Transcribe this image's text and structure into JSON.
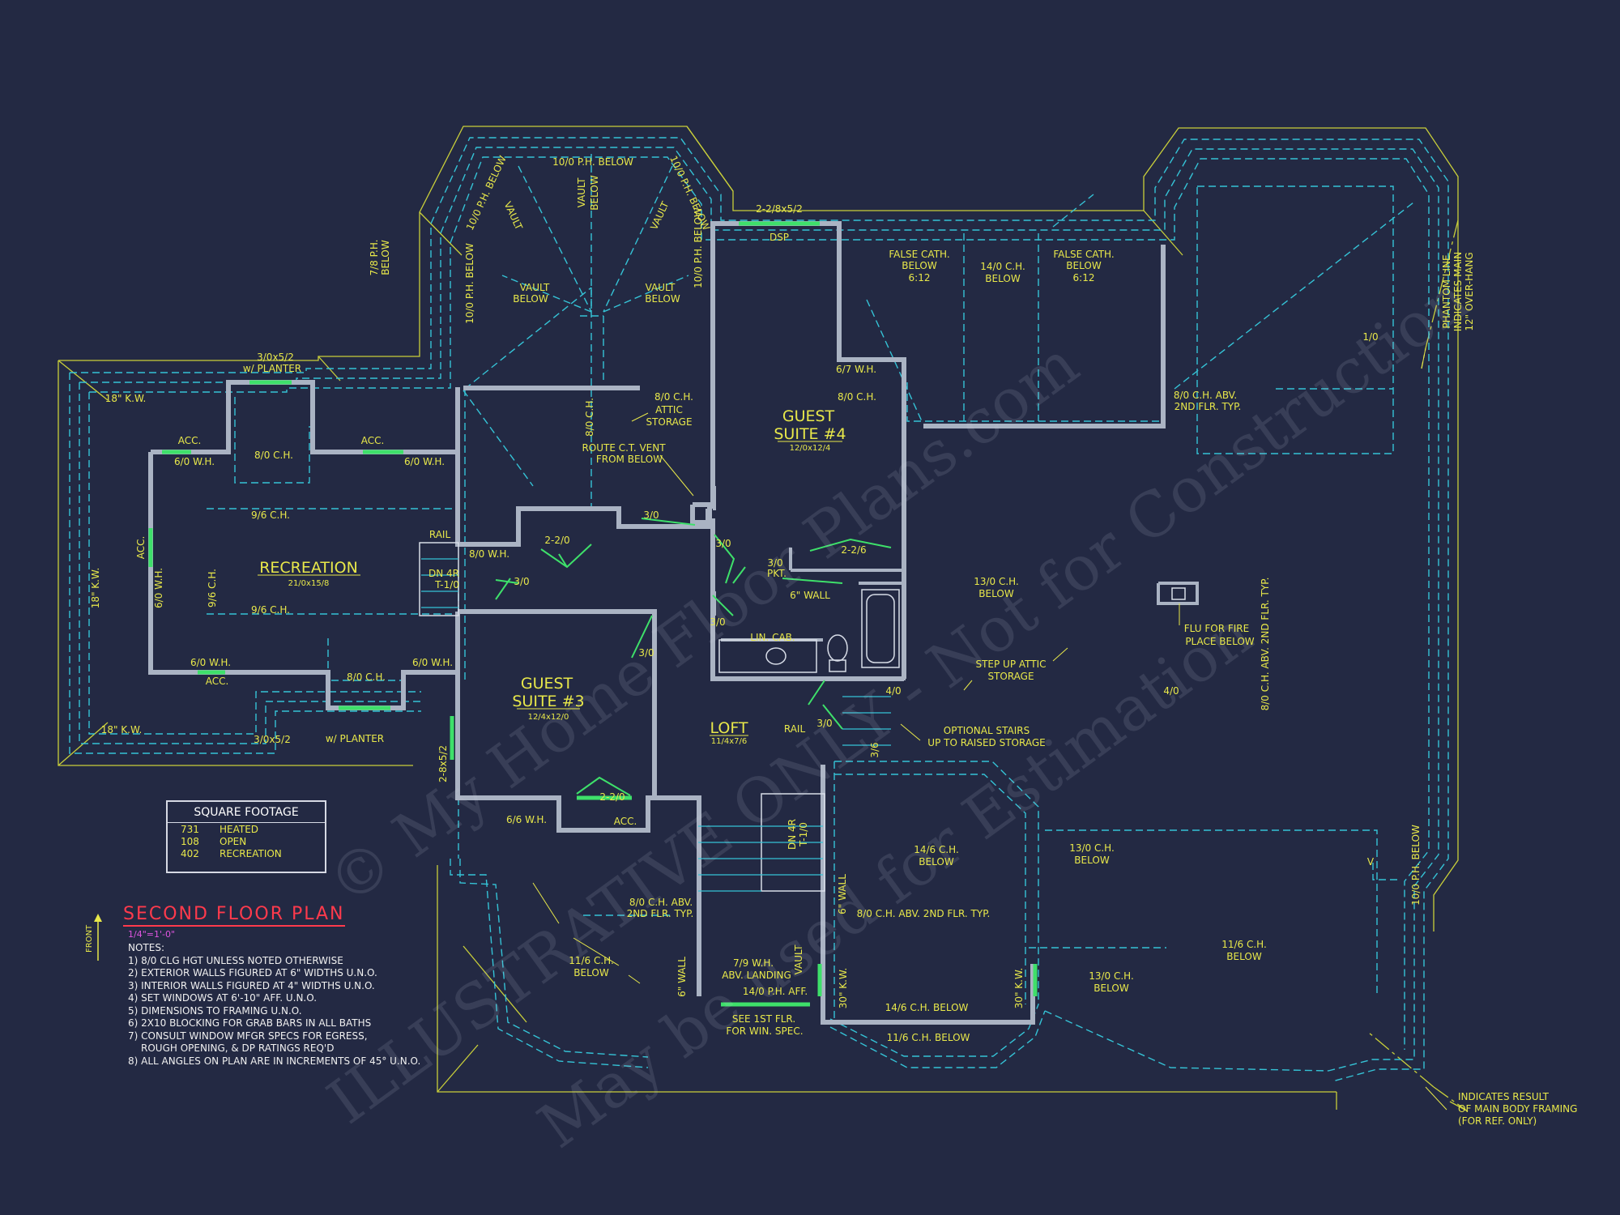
{
  "plan_title": "SECOND FLOOR PLAN",
  "scale": "1/4\"=1'-0\"",
  "front_label": "FRONT",
  "square_footage": {
    "heading": "SQUARE FOOTAGE",
    "rows": [
      {
        "value": "731",
        "label": "HEATED"
      },
      {
        "value": "108",
        "label": "OPEN"
      },
      {
        "value": "402",
        "label": "RECREATION"
      }
    ]
  },
  "notes": {
    "heading": "NOTES:",
    "items": [
      "1) 8/0 CLG HGT UNLESS NOTED OTHERWISE",
      "2) EXTERIOR WALLS FIGURED AT 6\" WIDTHS U.N.O.",
      "3) INTERIOR WALLS FIGURED AT 4\" WIDTHS U.N.O.",
      "4) SET WINDOWS AT 6'-10\" AFF. U.N.O.",
      "5) DIMENSIONS TO FRAMING U.N.O.",
      "6) 2X10 BLOCKING FOR GRAB BARS IN ALL BATHS",
      "7) CONSULT WINDOW MFGR SPECS FOR EGRESS,",
      "ROUGH OPENING, & DP RATINGS REQ'D",
      "8) ALL ANGLES ON PLAN ARE IN INCREMENTS OF 45° U.N.O."
    ]
  },
  "rooms": {
    "recreation": {
      "name": "RECREATION",
      "dim": "21/0x15/8"
    },
    "guest3": {
      "name1": "GUEST",
      "name2": "SUITE #3",
      "dim": "12/4x12/0"
    },
    "guest4": {
      "name1": "GUEST",
      "name2": "SUITE #4",
      "dim": "12/0x12/4"
    },
    "loft": {
      "name": "LOFT",
      "dim": "11/4x7/6"
    }
  },
  "labels": {
    "ph_top": "10/0 P.H. BELOW",
    "ph_diag_l": "10/0 P.H. BELOW",
    "ph_diag_r": "10/0 P.H. BELOW",
    "ph_left1": "7/8 P.H.",
    "ph_left2": "BELOW",
    "ph_vert_l": "10/0 P.H. BELOW",
    "ph_vert_r": "10/0 P.H. BELOW",
    "vault": "VAULT",
    "vault_below": "BELOW",
    "win_dsp_size": "2-2/8x5/2",
    "dsp": "DSP",
    "false_cath": "FALSE CATH.",
    "below": "BELOW",
    "pitch": "6:12",
    "ch14": "14/0 C.H.",
    "wh67": "6/7 W.H.",
    "ch80": "8/0 C.H.",
    "attic1": "8/0 C.H.",
    "attic2": "ATTIC",
    "attic3": "STORAGE",
    "route1": "ROUTE C.T. VENT",
    "route2": "FROM BELOW",
    "ch80v": "8/0 C.H.",
    "abv_top1": "8/0 C.H. ABV.",
    "abv_top2": "2ND FLR. TYP.",
    "planter_win": "3/0x5/2",
    "planter": "w/ PLANTER",
    "kw18": "18\" K.W.",
    "acc": "ACC.",
    "wh60": "6/0 W.H.",
    "ch96": "9/6 C.H.",
    "rail": "RAIL",
    "dn": "DN 4R",
    "t10": "T-1/0",
    "wh80": "8/0 W.H.",
    "d22": "2-2/0",
    "d30": "3/0",
    "d226": "2-2/6",
    "pkt": "PKT.",
    "wall6": "6\" WALL",
    "lin": "LIN. CAB.",
    "ch130": "13/0 C.H.",
    "step1": "STEP UP ATTIC",
    "step2": "STORAGE",
    "opt1": "OPTIONAL STAIRS",
    "opt2": "UP TO RAISED STORAGE",
    "d40": "4/0",
    "d36": "3/6",
    "d10": "1/0",
    "flu1": "FLU FOR FIRE",
    "flu2": "PLACE BELOW",
    "abv_vert": "8/0 C.H. ABV. 2ND FLR. TYP.",
    "phantom1": "PHANTOM LINE",
    "phantom2": "INDICATES MAIN",
    "phantom3": "12\" OVER-HANG",
    "wh66": "6/6 W.H.",
    "w285": "2-8x5/2",
    "ch146": "14/6 C.H.",
    "abv_mid": "8/0 C.H. ABV. 2ND FLR. TYP.",
    "ch116": "11/6 C.H.",
    "wh79": "7/9 W.H.",
    "landing": "ABV. LANDING",
    "ph140": "14/0 P.H. AFF.",
    "kw30": "30\" K.W.",
    "ch146b": "14/6 C.H. BELOW",
    "ch116b": "11/6 C.H. BELOW",
    "see1": "SEE 1ST FLR.",
    "see2": "FOR WIN. SPEC.",
    "result1": "INDICATES RESULT",
    "result2": "OF MAIN BODY FRAMING",
    "result3": "(FOR REF. ONLY)",
    "v": "V"
  },
  "watermark": {
    "line1": "© My Home Floor Plans.com",
    "line2": "ILLUSTRATIVE ONLY - Not for Construction",
    "line3": "May be used for Estimation"
  },
  "colors": {
    "background": "#232943",
    "walls": "#aab3c3",
    "dashed_lines": "#35c3d6",
    "roof_lines": "#c9cf3a",
    "windows_doors": "#3ee06a",
    "labels": "#e8e84a",
    "title": "#ff3a4c"
  }
}
